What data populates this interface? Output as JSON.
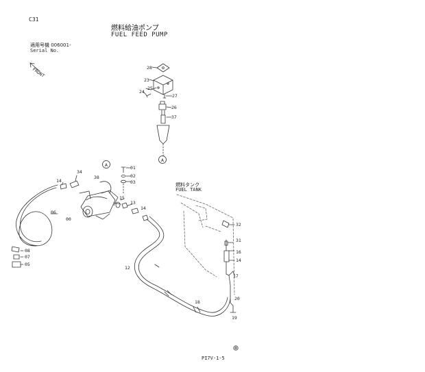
{
  "header": {
    "page_code": "C31",
    "title_jp": "燃料給油ポンプ",
    "title_en": "FUEL FEED PUMP",
    "serial_jp": "適用号機  006001-",
    "serial_en": "Serial No."
  },
  "front_marker": "FRONT",
  "tank_label": {
    "jp": "燃料タンク",
    "en": "FUEL TANK"
  },
  "callout_a": "A",
  "part_numbers": [
    "01",
    "02",
    "03",
    "05",
    "06",
    "07",
    "08",
    "12",
    "13",
    "14",
    "15",
    "16",
    "17",
    "18",
    "19",
    "20",
    "23",
    "24",
    "25",
    "26",
    "27",
    "28",
    "31",
    "32",
    "34",
    "37",
    "38",
    "00"
  ],
  "footer": {
    "code": "PI7V-1-5"
  }
}
